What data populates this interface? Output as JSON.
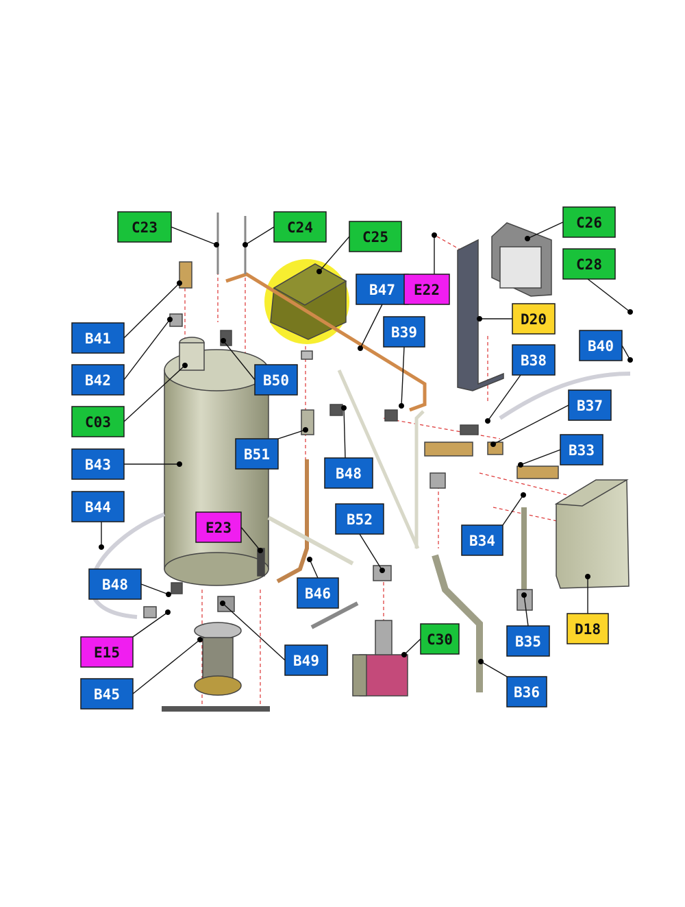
{
  "colors": {
    "blue": "#1166cc",
    "green": "#19c23a",
    "magenta": "#f01ef0",
    "yellow": "#fcd52a",
    "highlight": "#f6ec1a"
  },
  "labels": [
    {
      "id": "C23",
      "color": "green"
    },
    {
      "id": "C24",
      "color": "green"
    },
    {
      "id": "C25",
      "color": "green"
    },
    {
      "id": "C26",
      "color": "green"
    },
    {
      "id": "C28",
      "color": "green"
    },
    {
      "id": "B47",
      "color": "blue"
    },
    {
      "id": "E22",
      "color": "magenta"
    },
    {
      "id": "D20",
      "color": "yellow"
    },
    {
      "id": "B39",
      "color": "blue"
    },
    {
      "id": "B38",
      "color": "blue"
    },
    {
      "id": "B40",
      "color": "blue"
    },
    {
      "id": "B41",
      "color": "blue"
    },
    {
      "id": "B42",
      "color": "blue"
    },
    {
      "id": "C03",
      "color": "green"
    },
    {
      "id": "B50",
      "color": "blue"
    },
    {
      "id": "B37",
      "color": "blue"
    },
    {
      "id": "B51",
      "color": "blue"
    },
    {
      "id": "B48",
      "color": "blue"
    },
    {
      "id": "B33",
      "color": "blue"
    },
    {
      "id": "B43",
      "color": "blue"
    },
    {
      "id": "B44",
      "color": "blue"
    },
    {
      "id": "B52",
      "color": "blue"
    },
    {
      "id": "E23",
      "color": "magenta"
    },
    {
      "id": "B34",
      "color": "blue"
    },
    {
      "id": "B48",
      "color": "blue"
    },
    {
      "id": "B46",
      "color": "blue"
    },
    {
      "id": "D18",
      "color": "yellow"
    },
    {
      "id": "C30",
      "color": "green"
    },
    {
      "id": "B35",
      "color": "blue"
    },
    {
      "id": "E15",
      "color": "magenta"
    },
    {
      "id": "B49",
      "color": "blue"
    },
    {
      "id": "B45",
      "color": "blue"
    },
    {
      "id": "B36",
      "color": "blue"
    }
  ]
}
